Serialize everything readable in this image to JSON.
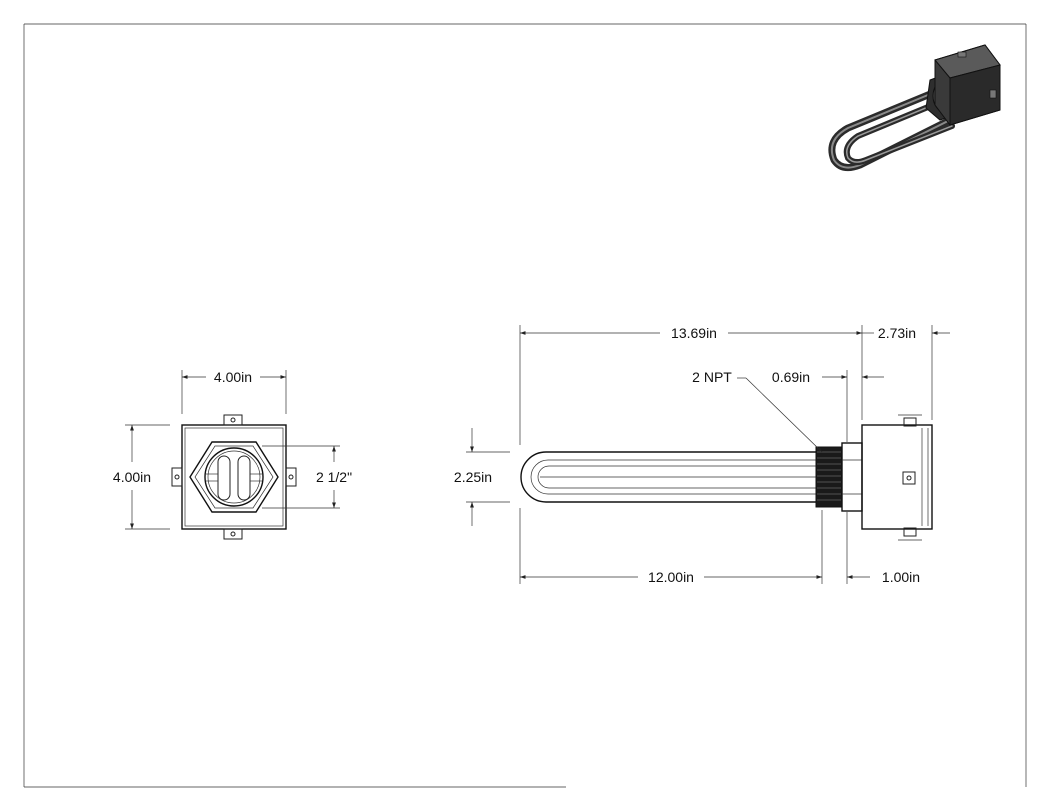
{
  "dimensions": {
    "end_view_width": "4.00in",
    "end_view_height": "4.00in",
    "fitting_size": "2 1/2\"",
    "overall_length": "13.69in",
    "box_depth": "2.73in",
    "thread_label": "2 NPT",
    "thread_length": "0.69in",
    "element_height": "2.25in",
    "immersion_length": "12.00in",
    "hex_length": "1.00in"
  },
  "colors": {
    "line": "#222222",
    "iso_body": "#3a3a3a",
    "thread": "#1a1a1a"
  }
}
